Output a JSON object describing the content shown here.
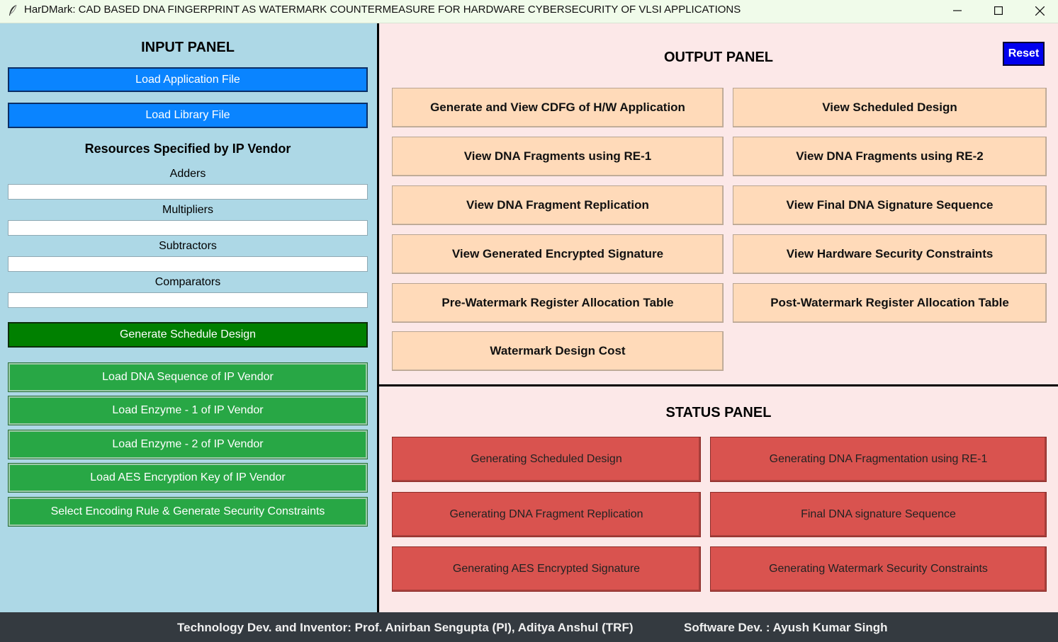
{
  "window": {
    "title": "HarDMark: CAD BASED DNA FINGERPRINT AS WATERMARK COUNTERMEASURE FOR HARDWARE CYBERSECURITY OF VLSI APPLICATIONS",
    "app_icon": "feather-icon",
    "controls": [
      "minimize-icon",
      "maximize-icon",
      "close-icon"
    ]
  },
  "input_panel": {
    "title": "INPUT PANEL",
    "load_application_label": "Load Application File",
    "load_library_label": "Load Library File",
    "resources_title": "Resources Specified by IP Vendor",
    "fields": {
      "adders_label": "Adders",
      "adders_value": "",
      "multipliers_label": "Multipliers",
      "multipliers_value": "",
      "subtractors_label": "Subtractors",
      "subtractors_value": "",
      "comparators_label": "Comparators",
      "comparators_value": ""
    },
    "generate_schedule_label": "Generate Schedule Design",
    "load_dna_label": "Load DNA Sequence of IP Vendor",
    "load_enzyme1_label": "Load Enzyme - 1 of IP Vendor",
    "load_enzyme2_label": "Load Enzyme - 2 of IP Vendor",
    "load_aes_label": "Load AES Encryption Key of IP Vendor",
    "select_encoding_label": "Select Encoding Rule & Generate Security Constraints"
  },
  "output_panel": {
    "title": "OUTPUT PANEL",
    "reset_label": "Reset",
    "buttons": {
      "cdfg": "Generate and View CDFG of H/W Application",
      "scheduled": "View Scheduled Design",
      "re1": "View DNA Fragments using RE-1",
      "re2": "View DNA Fragments using RE-2",
      "replication": "View DNA Fragment Replication",
      "final_signature": "View Final DNA Signature Sequence",
      "encrypted": "View Generated Encrypted Signature",
      "constraints": "View Hardware Security Constraints",
      "pre_rat": "Pre-Watermark Register Allocation Table",
      "post_rat": "Post-Watermark Register Allocation Table",
      "cost": "Watermark Design Cost"
    }
  },
  "status_panel": {
    "title": "STATUS PANEL",
    "items": {
      "scheduled": "Generating Scheduled Design",
      "re1": "Generating DNA Fragmentation using RE-1",
      "replication": "Generating DNA Fragment Replication",
      "final": "Final DNA signature Sequence",
      "aes": "Generating AES Encrypted Signature",
      "constraints": "Generating Watermark Security Constraints"
    }
  },
  "footer": {
    "inventors": "Technology Dev. and Inventor: Prof. Anirban Sengupta (PI), Aditya Anshul (TRF)",
    "developer": "Software Dev. : Ayush Kumar Singh"
  },
  "colors": {
    "input_bg": "#add8e6",
    "output_bg": "#fce8e8",
    "blue_button": "#0a84ff",
    "dark_green_button": "#008000",
    "green_button": "#28a745",
    "output_button": "#ffdab9",
    "status_button": "#d9534f",
    "reset_button": "#0000ee",
    "footer_bg": "#343a40"
  }
}
